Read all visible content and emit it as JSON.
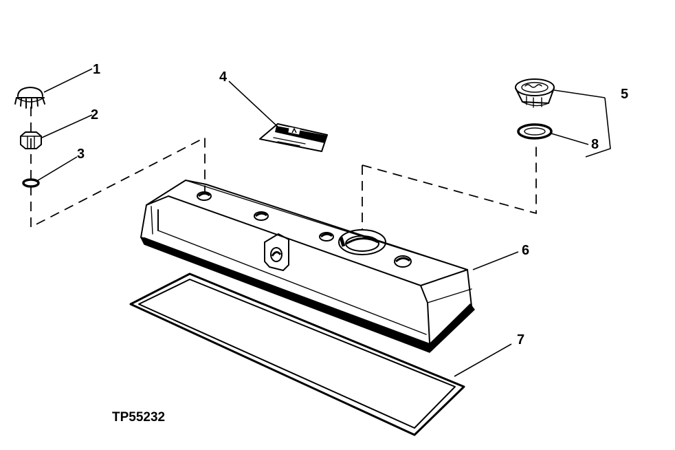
{
  "diagram": {
    "figure_id": "TP55232",
    "callouts": [
      {
        "id": "c1",
        "label": "1"
      },
      {
        "id": "c2",
        "label": "2"
      },
      {
        "id": "c3",
        "label": "3"
      },
      {
        "id": "c4",
        "label": "4"
      },
      {
        "id": "c5",
        "label": "5"
      },
      {
        "id": "c6",
        "label": "6"
      },
      {
        "id": "c7",
        "label": "7"
      },
      {
        "id": "c8",
        "label": "8"
      }
    ]
  }
}
